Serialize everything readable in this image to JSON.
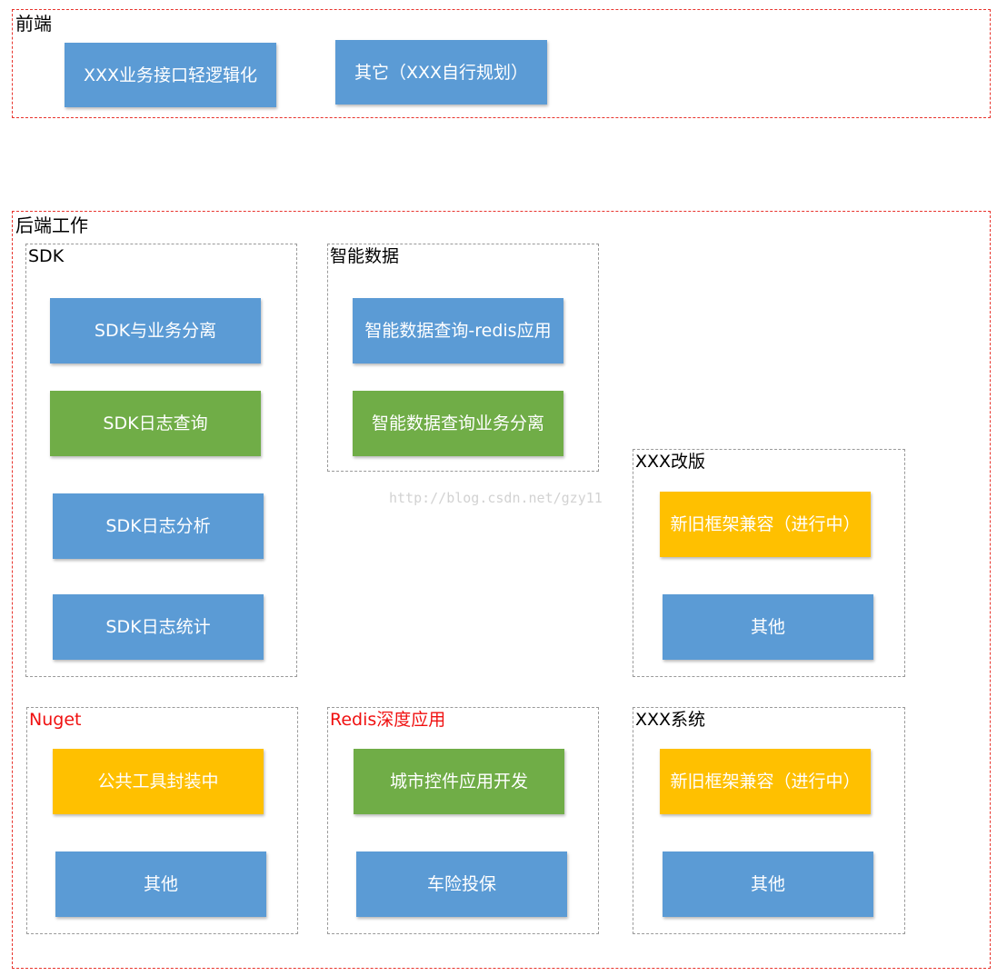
{
  "frontend": {
    "title": "前端",
    "boxes": [
      {
        "label": "XXX业务接口轻逻辑化",
        "color": "blue"
      },
      {
        "label": "其它（XXX自行规划）",
        "color": "blue"
      }
    ]
  },
  "backend": {
    "title": "后端工作",
    "groups": {
      "sdk": {
        "title": "SDK",
        "boxes": [
          {
            "label": "SDK与业务分离",
            "color": "blue"
          },
          {
            "label": "SDK日志查询",
            "color": "green"
          },
          {
            "label": "SDK日志分析",
            "color": "blue"
          },
          {
            "label": "SDK日志统计",
            "color": "blue"
          }
        ]
      },
      "smartdata": {
        "title": "智能数据",
        "boxes": [
          {
            "label": "智能数据查询-redis应用",
            "color": "blue"
          },
          {
            "label": "智能数据查询业务分离",
            "color": "green"
          }
        ]
      },
      "revamp": {
        "title": "XXX改版",
        "boxes": [
          {
            "label": "新旧框架兼容（进行中）",
            "color": "yellow"
          },
          {
            "label": "其他",
            "color": "blue"
          }
        ]
      },
      "nuget": {
        "title": "Nuget",
        "boxes": [
          {
            "label": "公共工具封装中",
            "color": "yellow"
          },
          {
            "label": "其他",
            "color": "blue"
          }
        ]
      },
      "redis": {
        "title": "Redis深度应用",
        "boxes": [
          {
            "label": "城市控件应用开发",
            "color": "green"
          },
          {
            "label": "车险投保",
            "color": "blue"
          }
        ]
      },
      "system": {
        "title": "XXX系统",
        "boxes": [
          {
            "label": "新旧框架兼容（进行中）",
            "color": "yellow"
          },
          {
            "label": "其他",
            "color": "blue"
          }
        ]
      }
    }
  },
  "watermark": "http://blog.csdn.net/gzy11",
  "colors": {
    "blue": "#5b9bd5",
    "green": "#70ad47",
    "yellow": "#ffc000",
    "frame_red": "#e8342d",
    "group_gray": "#9a9a9a",
    "title_red": "#f01010"
  }
}
